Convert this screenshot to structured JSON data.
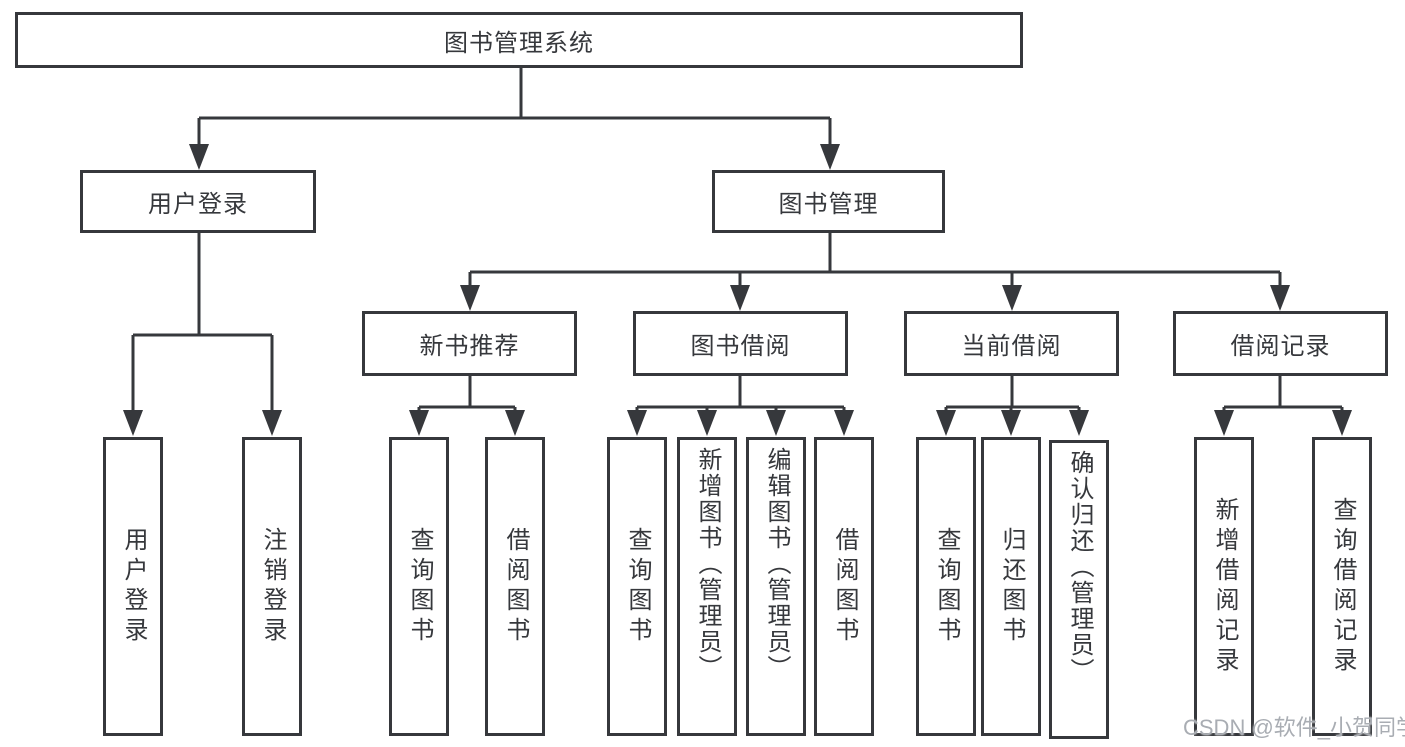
{
  "diagram": {
    "root": {
      "label": "图书管理系统",
      "children": [
        {
          "label": "用户登录",
          "children": [
            {
              "label": "用户登录"
            },
            {
              "label": "注销登录"
            }
          ]
        },
        {
          "label": "图书管理",
          "children": [
            {
              "label": "新书推荐",
              "children": [
                {
                  "label": "查询图书"
                },
                {
                  "label": "借阅图书"
                }
              ]
            },
            {
              "label": "图书借阅",
              "children": [
                {
                  "label": "查询图书"
                },
                {
                  "label": "新增图书（管理员）"
                },
                {
                  "label": "编辑图书（管理员）"
                },
                {
                  "label": "借阅图书"
                }
              ]
            },
            {
              "label": "当前借阅",
              "children": [
                {
                  "label": "查询图书"
                },
                {
                  "label": "归还图书"
                },
                {
                  "label": "确认归还（管理员）"
                }
              ]
            },
            {
              "label": "借阅记录",
              "children": [
                {
                  "label": "新增借阅记录"
                },
                {
                  "label": "查询借阅记录"
                }
              ]
            }
          ]
        }
      ]
    }
  },
  "watermark": {
    "text": "CSDN @软件_小贺同学"
  },
  "colors": {
    "line": "#36383c",
    "text": "#36383c",
    "watermark": "#a9adb3",
    "background": "#ffffff"
  }
}
